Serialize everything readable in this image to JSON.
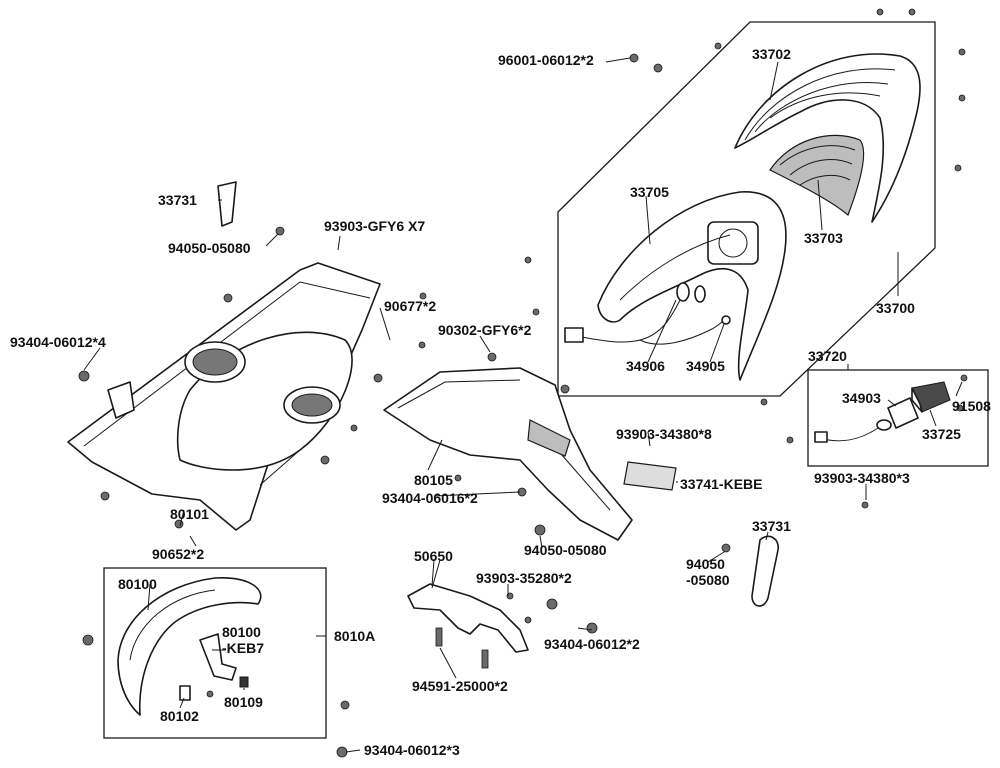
{
  "labels": {
    "p96001": "96001-06012*2",
    "p33702": "33702",
    "p33705": "33705",
    "p33703": "33703",
    "p33700": "33700",
    "p34906": "34906",
    "p34905": "34905",
    "p33720": "33720",
    "p34903": "34903",
    "p91508": "91508",
    "p33725": "33725",
    "p33731a": "33731",
    "p94050a": "94050-05080",
    "p93903gfy": "93903-GFY6 X7",
    "p93404a": "93404-06012*4",
    "p90677": "90677*2",
    "p90302": "90302-GFY6*2",
    "p93903b8": "93903-34380*8",
    "p80105": "80105",
    "p93404b": "93404-06016*2",
    "p33741": "33741-KEBE",
    "p93903b3": "93903-34380*3",
    "p80101": "80101",
    "p90652": "90652*2",
    "p50650": "50650",
    "p93903c": "93903-35280*2",
    "p94050b": "94050-05080",
    "p33731b": "33731",
    "p94050c": "94050\n-05080",
    "p80100a": "80100",
    "p80100b": "80100\n-KEB7",
    "p8010A": "8010A",
    "p93404c": "93404-06012*2",
    "p94591": "94591-25000*2",
    "p80102": "80102",
    "p80109": "80109",
    "p93404d": "93404-06012*3"
  }
}
